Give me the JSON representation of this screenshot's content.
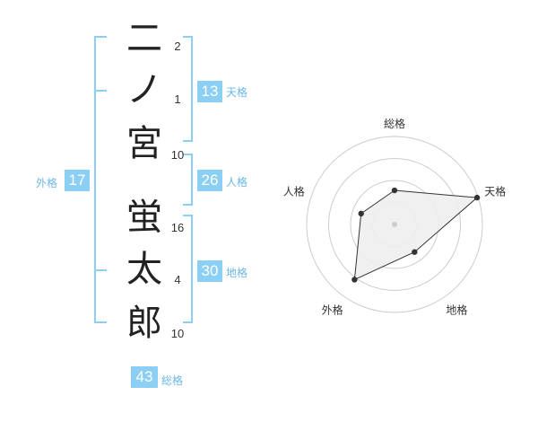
{
  "name": {
    "chars": [
      {
        "char": "二",
        "strokes": "2"
      },
      {
        "char": "ノ",
        "strokes": "1"
      },
      {
        "char": "宮",
        "strokes": "10"
      },
      {
        "char": "蛍",
        "strokes": "16"
      },
      {
        "char": "太",
        "strokes": "4"
      },
      {
        "char": "郎",
        "strokes": "10"
      }
    ]
  },
  "kaku": {
    "tenkaku": {
      "label": "天格",
      "value": "13"
    },
    "jinkaku": {
      "label": "人格",
      "value": "26"
    },
    "chikaku": {
      "label": "地格",
      "value": "30"
    },
    "gaikaku": {
      "label": "外格",
      "value": "17"
    },
    "soukaku": {
      "label": "総格",
      "value": "43"
    }
  },
  "colors": {
    "accent": "#8ccff5",
    "accent_text": "#6cb6e6",
    "bracket": "#8ccff5",
    "grid": "#cccccc",
    "fill": "#eeeeee"
  },
  "chart_data": {
    "type": "radar",
    "axes": [
      "総格",
      "天格",
      "地格",
      "外格",
      "人格"
    ],
    "max": 4,
    "rings": 4,
    "values": [
      1.55,
      3.95,
      1.55,
      3.1,
      1.6
    ]
  }
}
